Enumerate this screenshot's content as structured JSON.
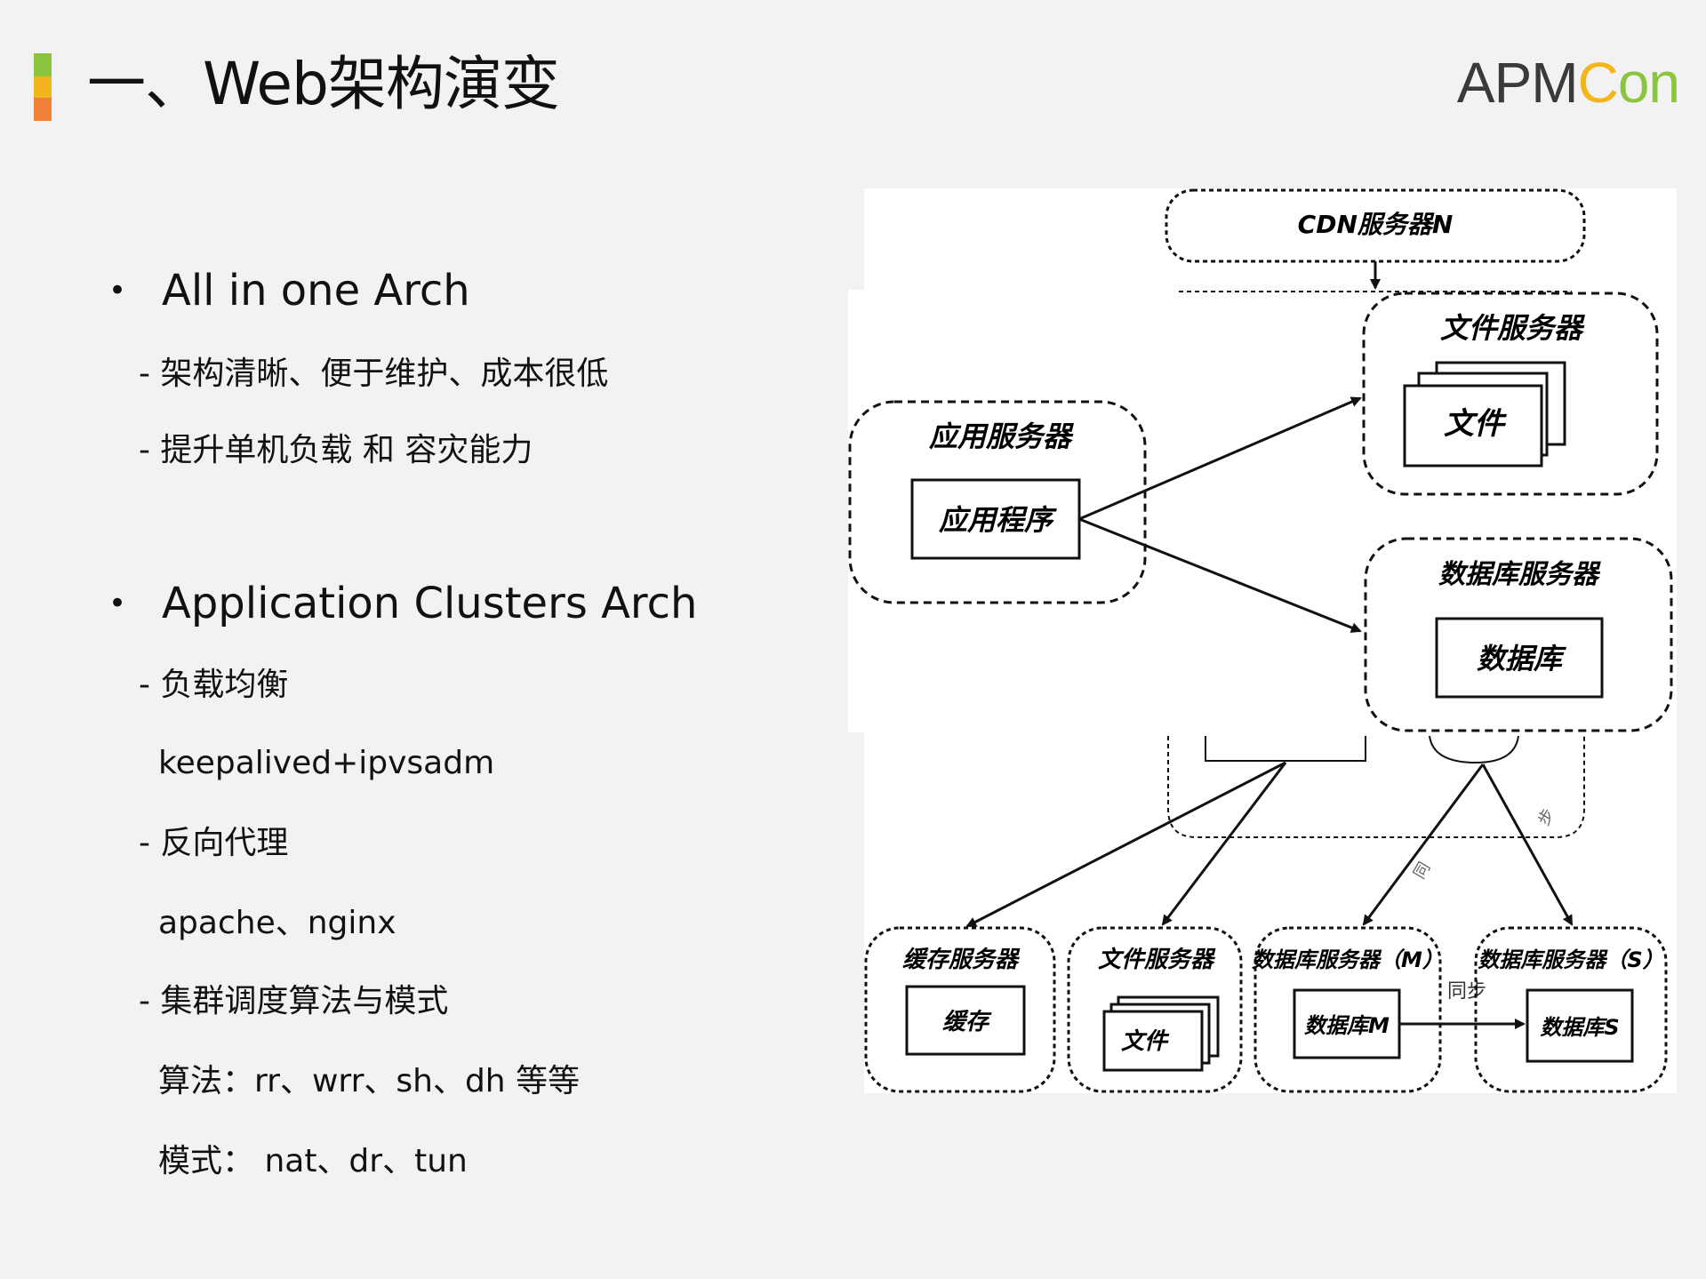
{
  "slide": {
    "title": "一、Web架构演变",
    "accent_colors": [
      "#8cc43e",
      "#f2b51c",
      "#f07f37"
    ]
  },
  "logo": {
    "part_a": "APM",
    "part_c": "C",
    "part_on": "on"
  },
  "content": {
    "sections": [
      {
        "heading": "All in one  Arch",
        "lines": [
          "- 架构清晰、便于维护、成本很低",
          "- 提升单机负载 和 容灾能力"
        ]
      },
      {
        "heading": "Application Clusters Arch",
        "lines": [
          "- 负载均衡",
          "keepalived+ipvsadm",
          "- 反向代理",
          "apache、nginx",
          "- 集群调度算法与模式",
          "算法：rr、wrr、sh、dh 等等",
          "模式：  nat、dr、tun"
        ]
      }
    ],
    "bullet_symbol": "•"
  },
  "diagram": {
    "cdn": "CDN服务器N",
    "file_server": "文件服务器",
    "file": "文件",
    "app_server": "应用服务器",
    "app_program": "应用程序",
    "db_server": "数据库服务器",
    "db": "数据库",
    "cache_server": "缓存服务器",
    "cache": "缓存",
    "file_server_small": "文件服务器",
    "file_small": "文件",
    "db_server_m": "数据库服务器（M）",
    "db_m": "数据库M",
    "db_server_s": "数据库服务器（S）",
    "db_s": "数据库S",
    "sync": "同步"
  }
}
